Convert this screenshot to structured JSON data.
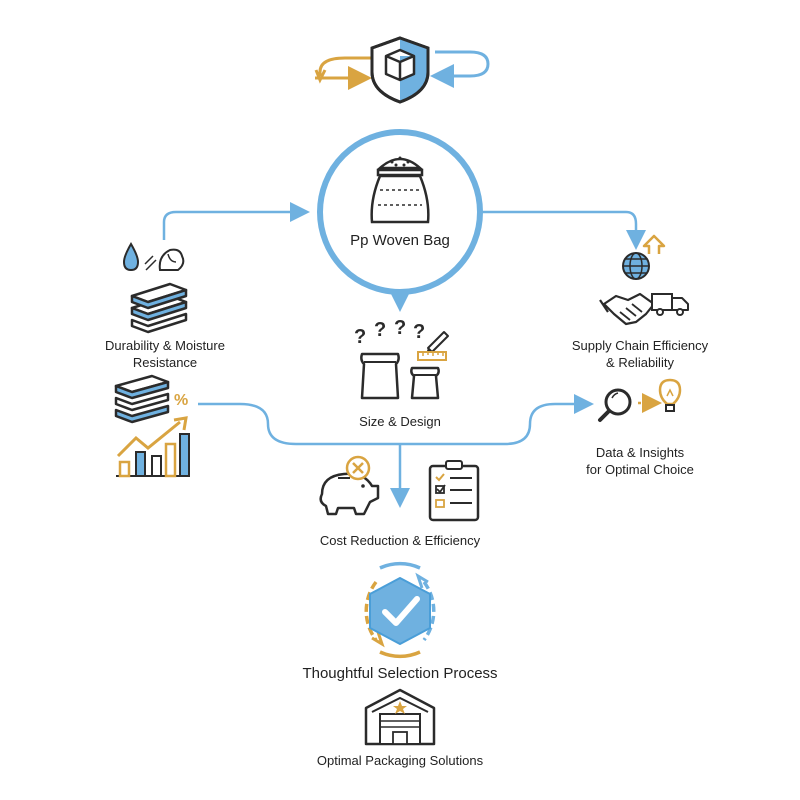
{
  "center": {
    "label": "Pp Woven Bag"
  },
  "nodes": {
    "durability": {
      "line1": "Durability & Moisture",
      "line2": "Resistance"
    },
    "supply_chain": {
      "line1": "Supply Chain Efficiency",
      "line2": "& Reliability"
    },
    "size_design": {
      "label": "Size & Design"
    },
    "data_insights": {
      "line1": "Data & Insights",
      "line2": "for Optimal Choice"
    },
    "cost": {
      "label": "Cost Reduction & Efficiency"
    },
    "selection": {
      "label": "Thoughtful Selection Process"
    },
    "packaging": {
      "label": "Optimal Packaging Solutions"
    }
  },
  "glyphs": {
    "question_mark": "?",
    "percent": "%"
  },
  "colors": {
    "blue": "#6FB1E0",
    "blue_dark": "#4A9ED8",
    "gold": "#D9A441",
    "ink": "#2B2B2B"
  }
}
